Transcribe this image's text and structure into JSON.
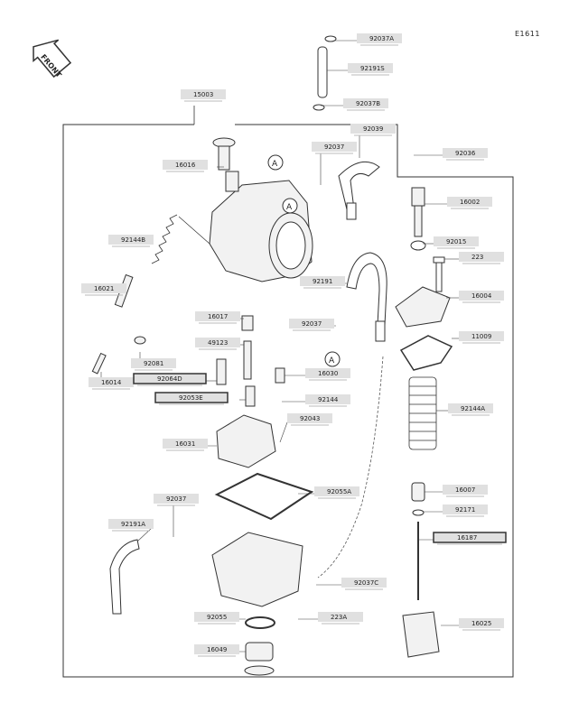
{
  "diagram": {
    "code": "E1611",
    "front_label": "FRONT",
    "ref_marks": [
      "A",
      "A",
      "A"
    ],
    "colors": {
      "line": "#333333",
      "label_box": "#e0e0e0",
      "boxed_border": "#333333",
      "part_fill": "#f2f2f2"
    },
    "labels": [
      "92037A",
      "92191S",
      "92037B",
      "92036",
      "15003",
      "92039",
      "92037",
      "16016",
      "16002",
      "92144B",
      "92015",
      "223",
      "16021",
      "92191",
      "16004",
      "16017",
      "92037",
      "11009",
      "49123",
      "16030",
      "92081",
      "16014",
      "92064D",
      "92053E",
      "92144",
      "92144A",
      "92043",
      "16031",
      "92055A",
      "16007",
      "92037",
      "92171",
      "92191A",
      "16187",
      "92037C",
      "223A",
      "92055",
      "16025",
      "16049"
    ]
  }
}
